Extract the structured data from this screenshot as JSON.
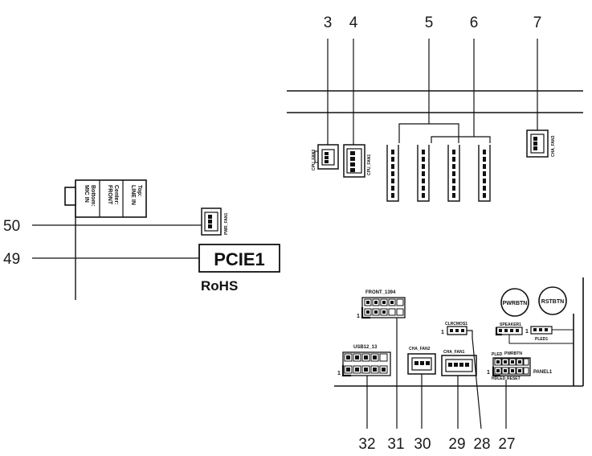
{
  "callouts": {
    "c3": "3",
    "c4": "4",
    "c5": "5",
    "c6": "6",
    "c7": "7",
    "c50": "50",
    "c49": "49",
    "c32": "32",
    "c31": "31",
    "c30": "30",
    "c29": "29",
    "c28": "28",
    "c27": "27"
  },
  "headers": {
    "cpu_fan2": "CPU_FAN2",
    "cpu_fan1": "CPU_FAN1",
    "cha_fan3": "CHA_FAN3",
    "pwr_fan1": "PWR_FAN1",
    "front_1394": "FRONT_1394",
    "clrcmos1": "CLRCMOS1",
    "speaker1": "SPEAKER1",
    "pled1": "PLED1",
    "usb12_13": "USB12_13",
    "cha_fan2": "CHA_FAN2",
    "cha_fan1": "CHA_FAN1",
    "pled": "PLED",
    "pwrbtn_pin": "PWRBTN",
    "hdled": "HDLED",
    "reset": "RESET",
    "panel1": "PANEL1",
    "pin1": "1"
  },
  "slot": {
    "name": "PCIE1",
    "rohs": "RoHS"
  },
  "buttons": {
    "pwrbtn": "PWRBTN",
    "rstbtn": "RSTBTN"
  },
  "audio": {
    "top_a": "Top:",
    "top_b": "LINE IN",
    "center_a": "Center:",
    "center_b": "FRONT",
    "bottom_a": "Bottom:",
    "bottom_b": "MIC IN"
  }
}
